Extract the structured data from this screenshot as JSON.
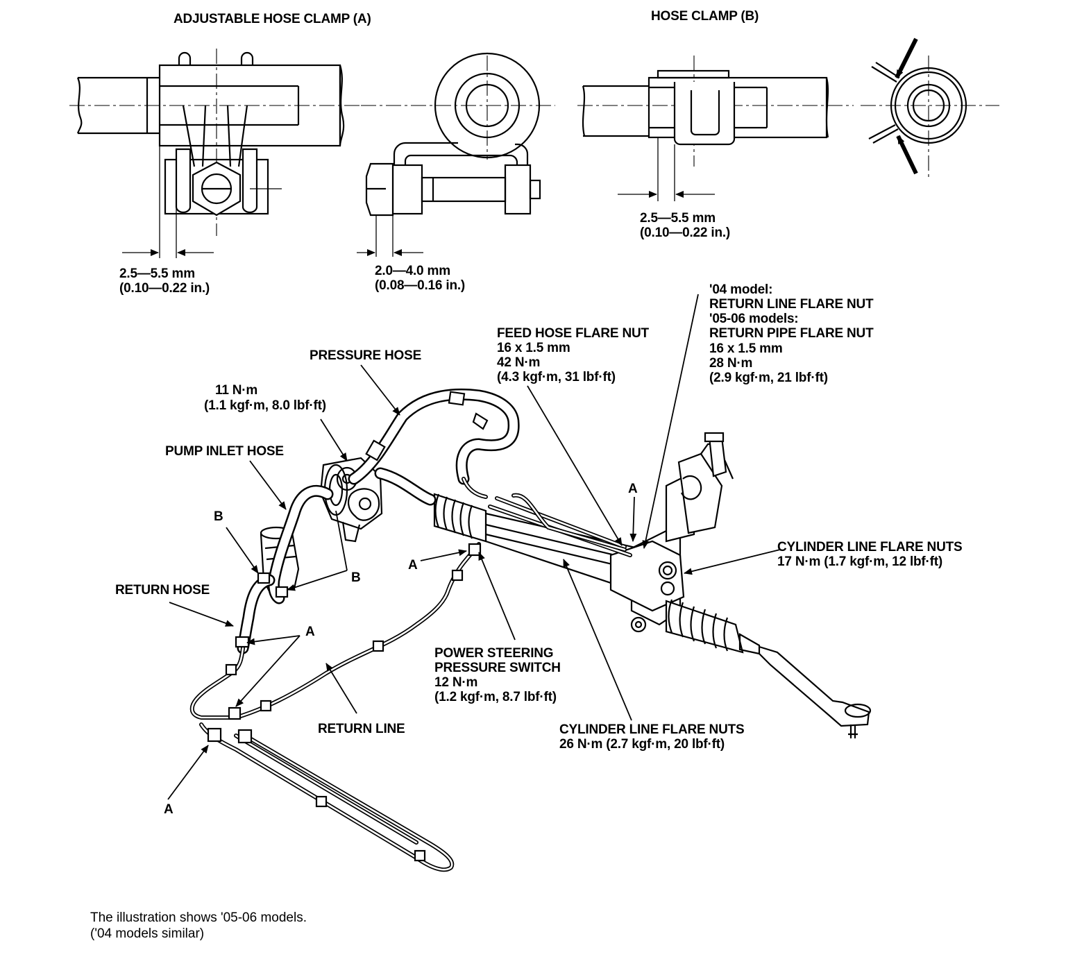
{
  "clamp_a": {
    "title": "ADJUSTABLE HOSE CLAMP (A)",
    "dim1_mm": "2.5—5.5 mm",
    "dim1_in": "(0.10—0.22 in.)",
    "dim2_mm": "2.0—4.0 mm",
    "dim2_in": "(0.08—0.16 in.)"
  },
  "clamp_b": {
    "title": "HOSE CLAMP (B)",
    "dim_mm": "2.5—5.5 mm",
    "dim_in": "(0.10—0.22 in.)"
  },
  "callouts": {
    "pressure_hose": "PRESSURE HOSE",
    "bolt_torque": "11 N·m",
    "bolt_torque_alt": "(1.1 kgf·m, 8.0 lbf·ft)",
    "pump_inlet_hose": "PUMP INLET HOSE",
    "return_hose": "RETURN HOSE",
    "return_line": "RETURN LINE",
    "feed_nut": {
      "l1": "FEED HOSE FLARE NUT",
      "l2": "16 x 1.5 mm",
      "l3": "42 N·m",
      "l4": "(4.3 kgf·m, 31 lbf·ft)"
    },
    "return_nut": {
      "l1": "'04 model:",
      "l2": "RETURN LINE FLARE NUT",
      "l3": "'05-06 models:",
      "l4": "RETURN PIPE FLARE NUT",
      "l5": "16 x 1.5 mm",
      "l6": "28 N·m",
      "l7": "(2.9 kgf·m, 21 lbf·ft)"
    },
    "cyl_nuts_upper": {
      "l1": "CYLINDER LINE FLARE NUTS",
      "l2": "17 N·m (1.7 kgf·m, 12 lbf·ft)"
    },
    "cyl_nuts_lower": {
      "l1": "CYLINDER LINE FLARE NUTS",
      "l2": "26 N·m (2.7 kgf·m, 20 lbf·ft)"
    },
    "ps_switch": {
      "l1": "POWER STEERING",
      "l2": "PRESSURE SWITCH",
      "l3": "12 N·m",
      "l4": "(1.2 kgf·m, 8.7 lbf·ft)"
    },
    "letter_a": "A",
    "letter_b": "B"
  },
  "footnote": {
    "l1": "The illustration shows '05-06 models.",
    "l2": "('04 models similar)"
  }
}
